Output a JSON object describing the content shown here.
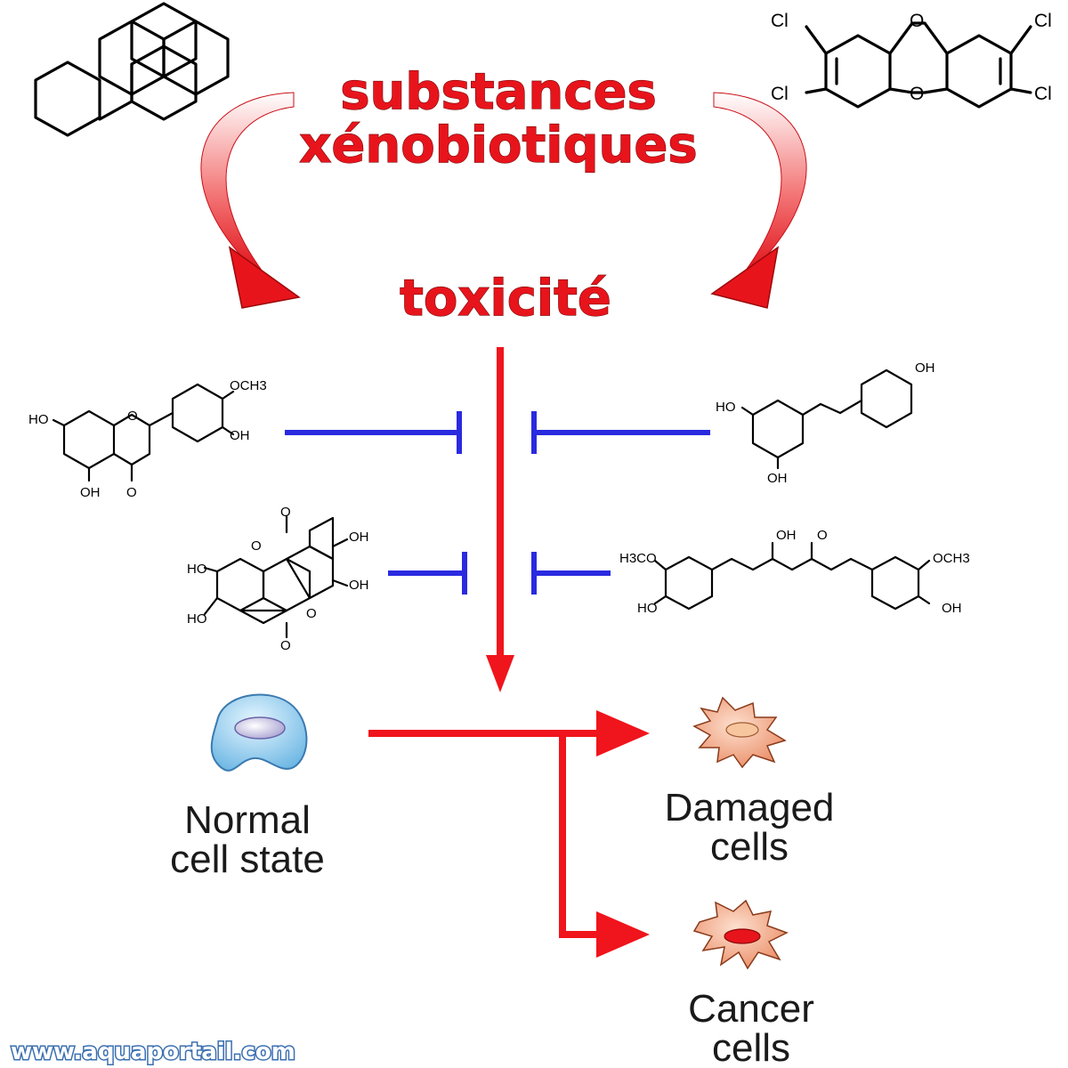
{
  "title": {
    "line1": "substances",
    "line2": "xénobiotiques"
  },
  "effect_label": "toxicité",
  "molecules": {
    "dioxin": {
      "cl_tl": "Cl",
      "cl_bl": "Cl",
      "cl_tr": "Cl",
      "cl_br": "Cl",
      "o_top": "O",
      "o_bottom": "O"
    },
    "hesperetin": {
      "och3": "OCH3",
      "oh_ring": "OH",
      "ho_left": "HO",
      "oh_bottom": "OH",
      "ketone_o": "O",
      "ring_o": "O"
    },
    "resveratrol": {
      "oh_top": "OH",
      "ho_left": "HO",
      "oh_bottom": "OH"
    },
    "ellagic_acid": {
      "o_top": "O",
      "o_bottom": "O",
      "o_ring1": "O",
      "o_ring2": "O",
      "oh_r1": "OH",
      "oh_r2": "OH",
      "ho_l1": "HO",
      "ho_l2": "HO"
    },
    "curcumin": {
      "h3co": "H3CO",
      "och3": "OCH3",
      "ho_left": "HO",
      "oh_right": "OH",
      "oh_enol": "OH",
      "ketone_o": "O"
    }
  },
  "cells": {
    "normal": {
      "line1": "Normal",
      "line2": "cell state"
    },
    "damaged": {
      "line1": "Damaged",
      "line2": "cells"
    },
    "cancer": {
      "line1": "Cancer",
      "line2": "cells"
    }
  },
  "footer": "www.aquaportail.com",
  "colors": {
    "title_red": "#e8141c",
    "pathway_red": "#f0141c",
    "inhibitor_blue": "#2a2ae0",
    "normal_cell": "#9fd3f0",
    "damaged_cell": "#f0a27e",
    "cancer_nucleus": "#e8141c"
  },
  "icons": [
    "benzopyrene-molecule",
    "dioxin-molecule",
    "hesperetin-molecule",
    "resveratrol-molecule",
    "ellagic-acid-molecule",
    "curcumin-molecule",
    "normal-cell-icon",
    "damaged-cell-icon",
    "cancer-cell-icon"
  ]
}
